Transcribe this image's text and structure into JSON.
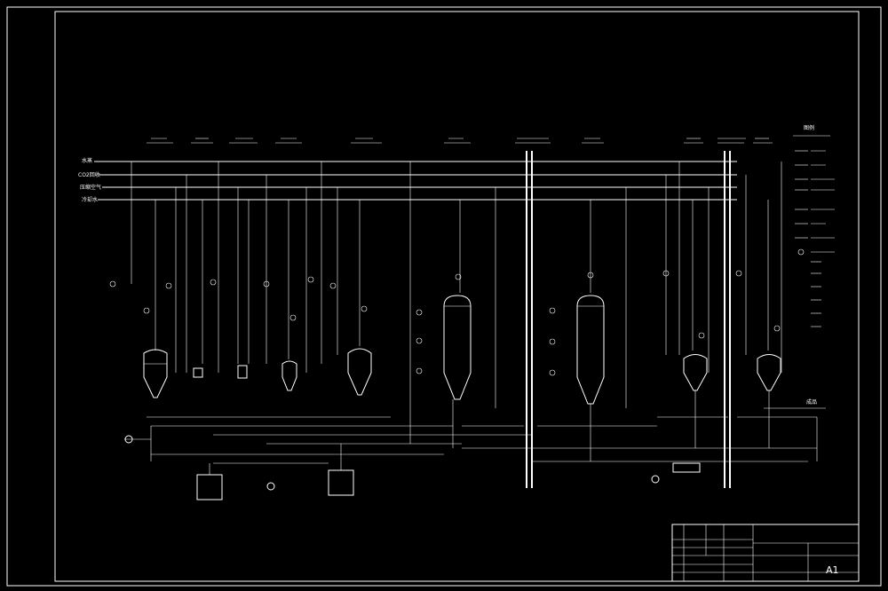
{
  "drawing": {
    "sheet_size": "A1",
    "title_block_text": "Process flow diagram (title block, illegible small glyphs)"
  },
  "colors": {
    "background": "#000000",
    "line": "#ffffff"
  },
  "utility_lines": [
    {
      "label": "水蒸"
    },
    {
      "label": "CO2回收"
    },
    {
      "label": "压缩空气"
    },
    {
      "label": "冷却水"
    }
  ],
  "outlet_label": "成品",
  "legend_title": "图例"
}
